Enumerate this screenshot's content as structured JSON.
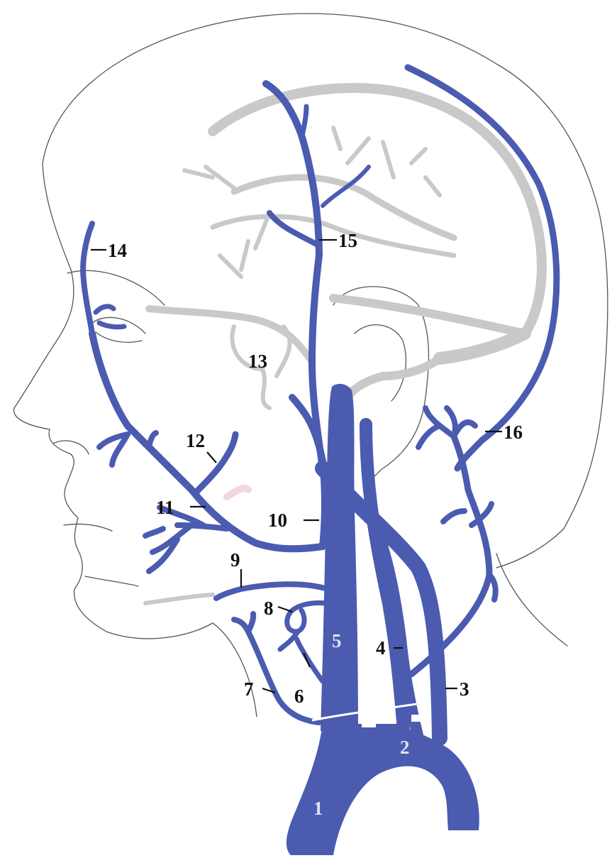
{
  "colors": {
    "vein": "#4a5bb0",
    "sinus": "#c9c9c9",
    "outline": "#555555",
    "label_dark": "#111111",
    "label_light": "#dfe3f3"
  },
  "labels": {
    "l1": "1",
    "l2": "2",
    "l3": "3",
    "l4": "4",
    "l5": "5",
    "l6": "6",
    "l7": "7",
    "l8": "8",
    "l9": "9",
    "l10": "10",
    "l11": "11",
    "l12": "12",
    "l13": "13",
    "l14": "14",
    "l15": "15",
    "l16": "16"
  }
}
